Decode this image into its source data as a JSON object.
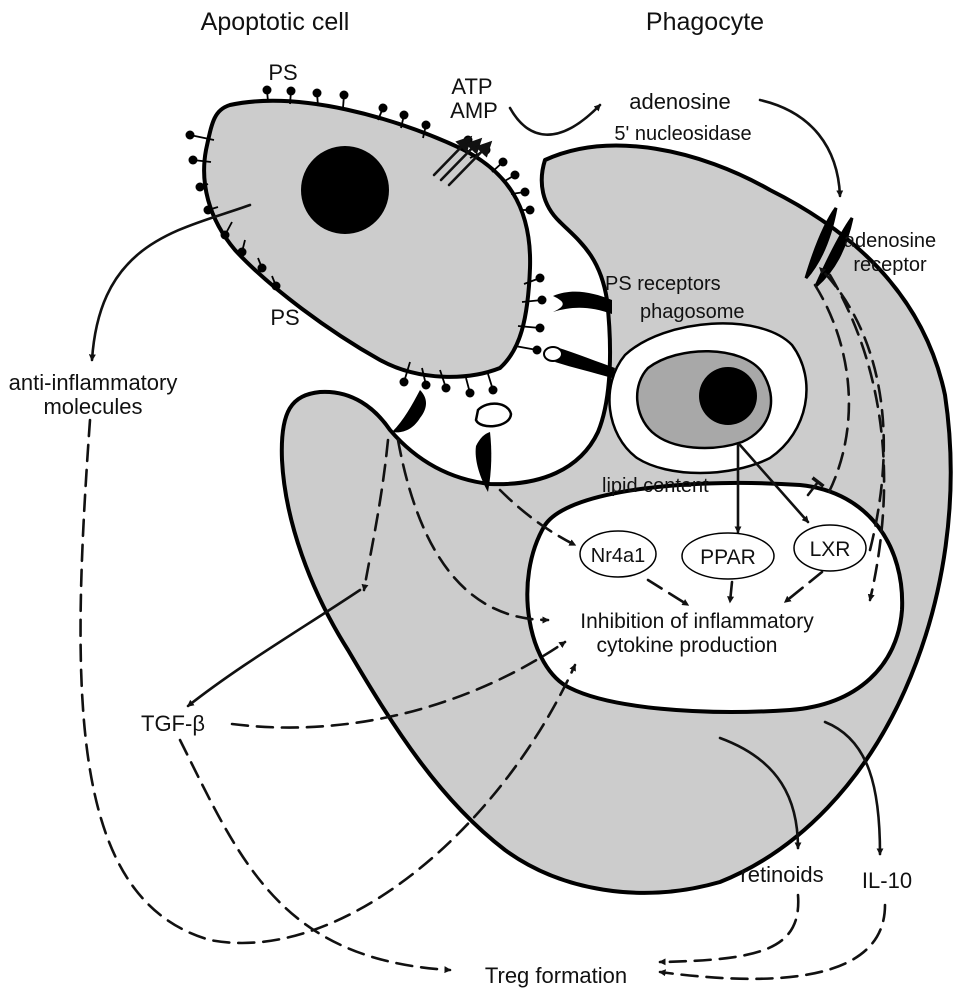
{
  "headings": {
    "apoptotic_cell": "Apoptotic cell",
    "phagocyte": "Phagocyte"
  },
  "labels": {
    "ps_top": "PS",
    "ps_bottom": "PS",
    "atp": "ATP",
    "amp": "AMP",
    "adenosine": "adenosine",
    "nucleosidase": "5' nucleosidase",
    "adenosine_receptor_line1": "adenosine",
    "adenosine_receptor_line2": "receptor",
    "ps_receptors": "PS receptors",
    "phagosome": "phagosome",
    "anti_inflammatory_line1": "anti-inflammatory",
    "anti_inflammatory_line2": "molecules",
    "lipid_content": "lipid content",
    "nr4a1": "Nr4a1",
    "ppar": "PPAR",
    "lxr": "LXR",
    "inhibition_line1": "Inhibition of inflammatory",
    "inhibition_line2": "cytokine production",
    "tgf_beta": "TGF-β",
    "retinoids": "retinoids",
    "il10": "IL-10",
    "treg": "Treg formation"
  },
  "colors": {
    "cell_fill": "#cccccc",
    "phagosome_core": "#a8a8a8",
    "nucleus_fill": "#000000",
    "outline": "#000000"
  }
}
